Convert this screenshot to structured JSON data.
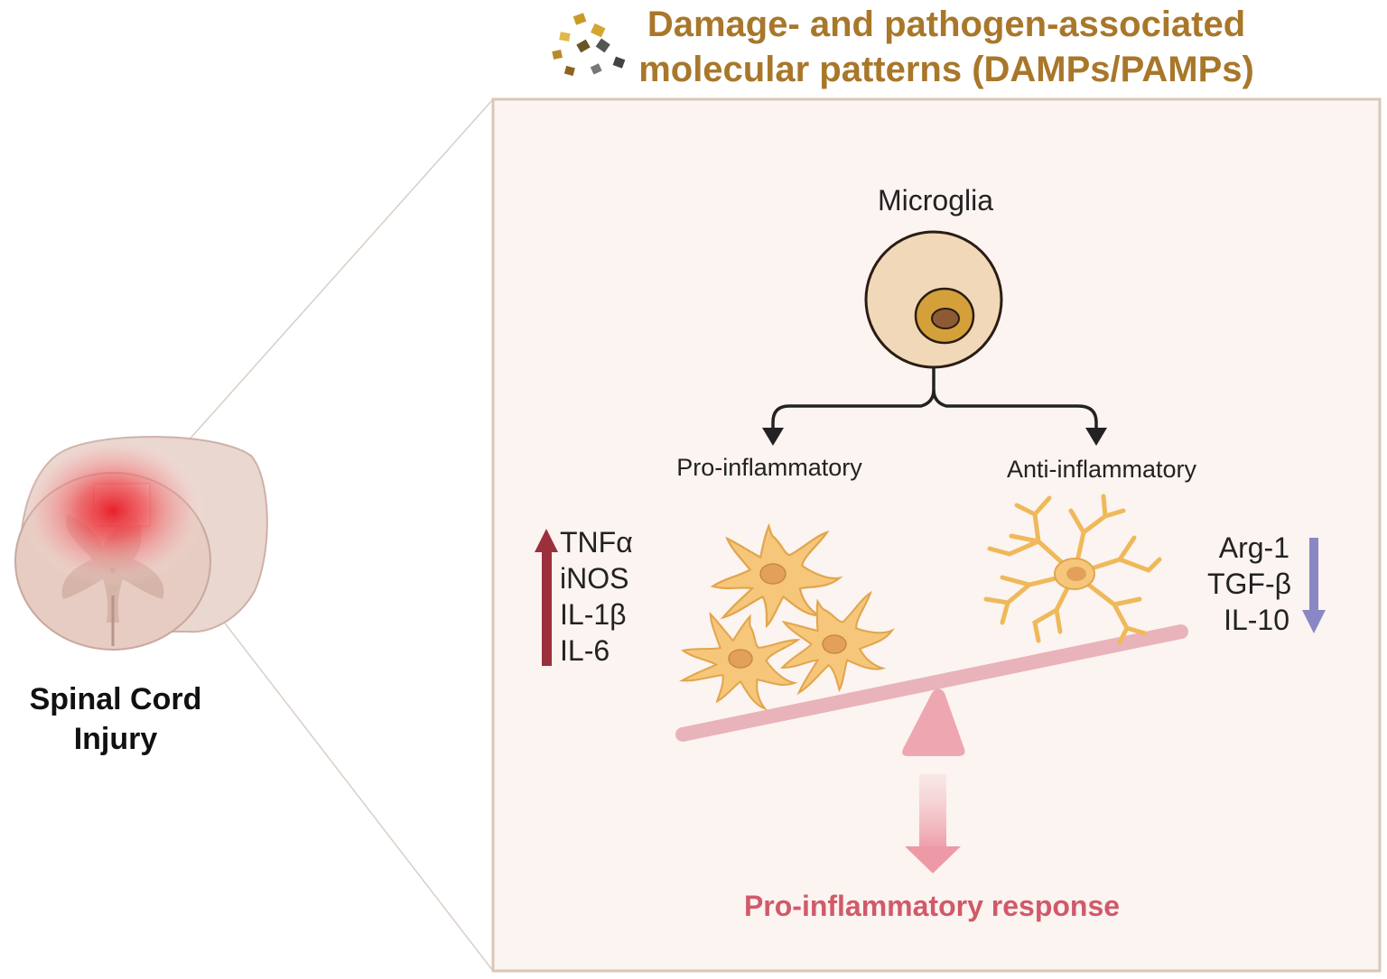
{
  "title": {
    "line1": "Damage- and pathogen-associated",
    "line2": "molecular patterns (DAMPs/PAMPs)"
  },
  "injury": {
    "line1": "Spinal Cord",
    "line2": "Injury"
  },
  "microglia": {
    "label": "Microglia"
  },
  "branches": {
    "pro": "Pro-inflammatory",
    "anti": "Anti-inflammatory"
  },
  "markers": {
    "up": [
      "TNFα",
      "iNOS",
      "IL-1β",
      "IL-6"
    ],
    "down": [
      "Arg-1",
      "TGF-β",
      "IL-10"
    ]
  },
  "outcome": {
    "label": "Pro-inflammatory response"
  },
  "colors": {
    "title": "#a8772a",
    "panel_bg": "#fbf4f0",
    "panel_border": "#d9c7b9",
    "up_arrow": "#9b2f3b",
    "down_arrow": "#8a88c4",
    "seesaw": "#e9b3bb",
    "outcome": "#d05a6a",
    "cell_fill": "#f6c77a",
    "cell_stroke": "#e2a64e",
    "nucleus": "#e3a05a",
    "injury": "#e8202a"
  }
}
